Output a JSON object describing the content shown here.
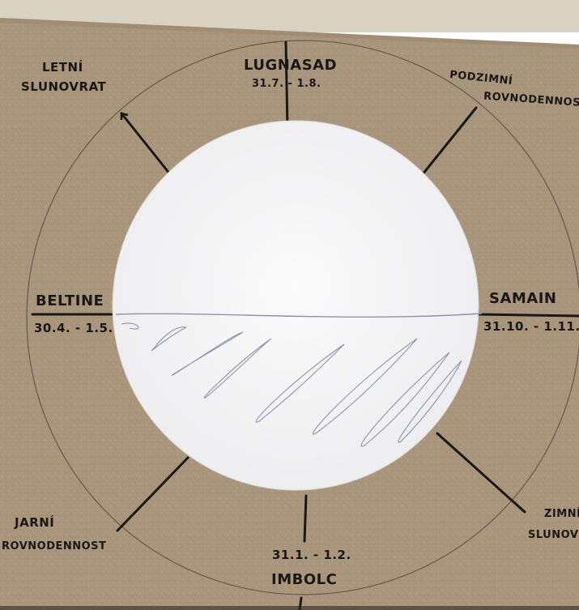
{
  "photo": {
    "description_colors": {
      "board": "#a9957c",
      "paper": "#f6f6f7",
      "ink": "#1a1816",
      "pencil": "#8a93b0"
    },
    "labels": {
      "lugnasad_name": "LUGNASAD",
      "lugnasad_date": "31.7. - 1.8.",
      "letni_line1": "LETNÍ",
      "letni_line2": "SLUNOVRAT",
      "podzimni_line1": "PODZIMNÍ",
      "podzimni_line2": "ROVNODENNOST",
      "beltine_name": "BELTINE",
      "beltine_date": "30.4. - 1.5.",
      "samain_name": "SAMAIN",
      "samain_date": "31.10. - 1.11.",
      "jarni_line1": "JARNÍ",
      "jarni_line2": "ROVNODENNOST",
      "imbolc_date": "31.1. - 1.2.",
      "imbolc_name": "IMBOLC",
      "zimni_line1": "ZIMNÍ",
      "zimni_line2": "SLUNOVRAT"
    }
  }
}
